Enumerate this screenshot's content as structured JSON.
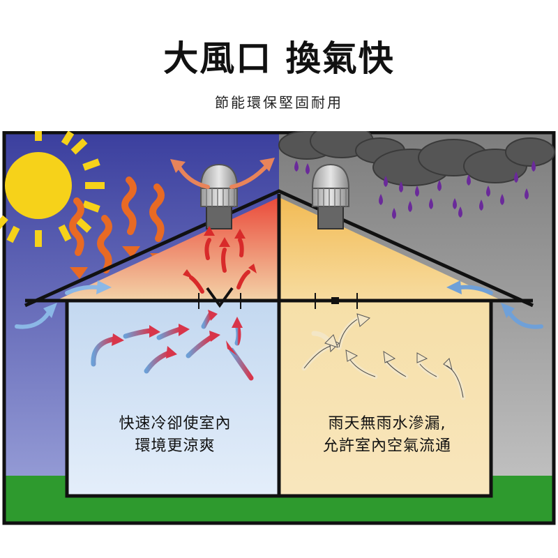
{
  "header": {
    "title": "大風口 換氣快",
    "subtitle": "節能環保堅固耐用"
  },
  "panels": {
    "left": {
      "line1": "快速冷卻使室內",
      "line2": "環境更涼爽"
    },
    "right": {
      "line1": "雨天無雨水滲漏,",
      "line2": "允許室內空氣流通"
    }
  },
  "colors": {
    "sky_left": "#5a63b8",
    "sky_right": "#9a9a9a",
    "sun": "#f6d21a",
    "heat_arrow": "#e86a24",
    "hot_roof": "#ec5a48",
    "warm_roof": "#f4c86a",
    "cool_room": "#cfe0f2",
    "dry_room": "#f7e2b0",
    "cloud": "#555555",
    "rain": "#6a2a9a",
    "grass": "#2e9a2e",
    "cool_arrow": "#7aaad8",
    "warm_arrow": "#f3e6c6"
  }
}
